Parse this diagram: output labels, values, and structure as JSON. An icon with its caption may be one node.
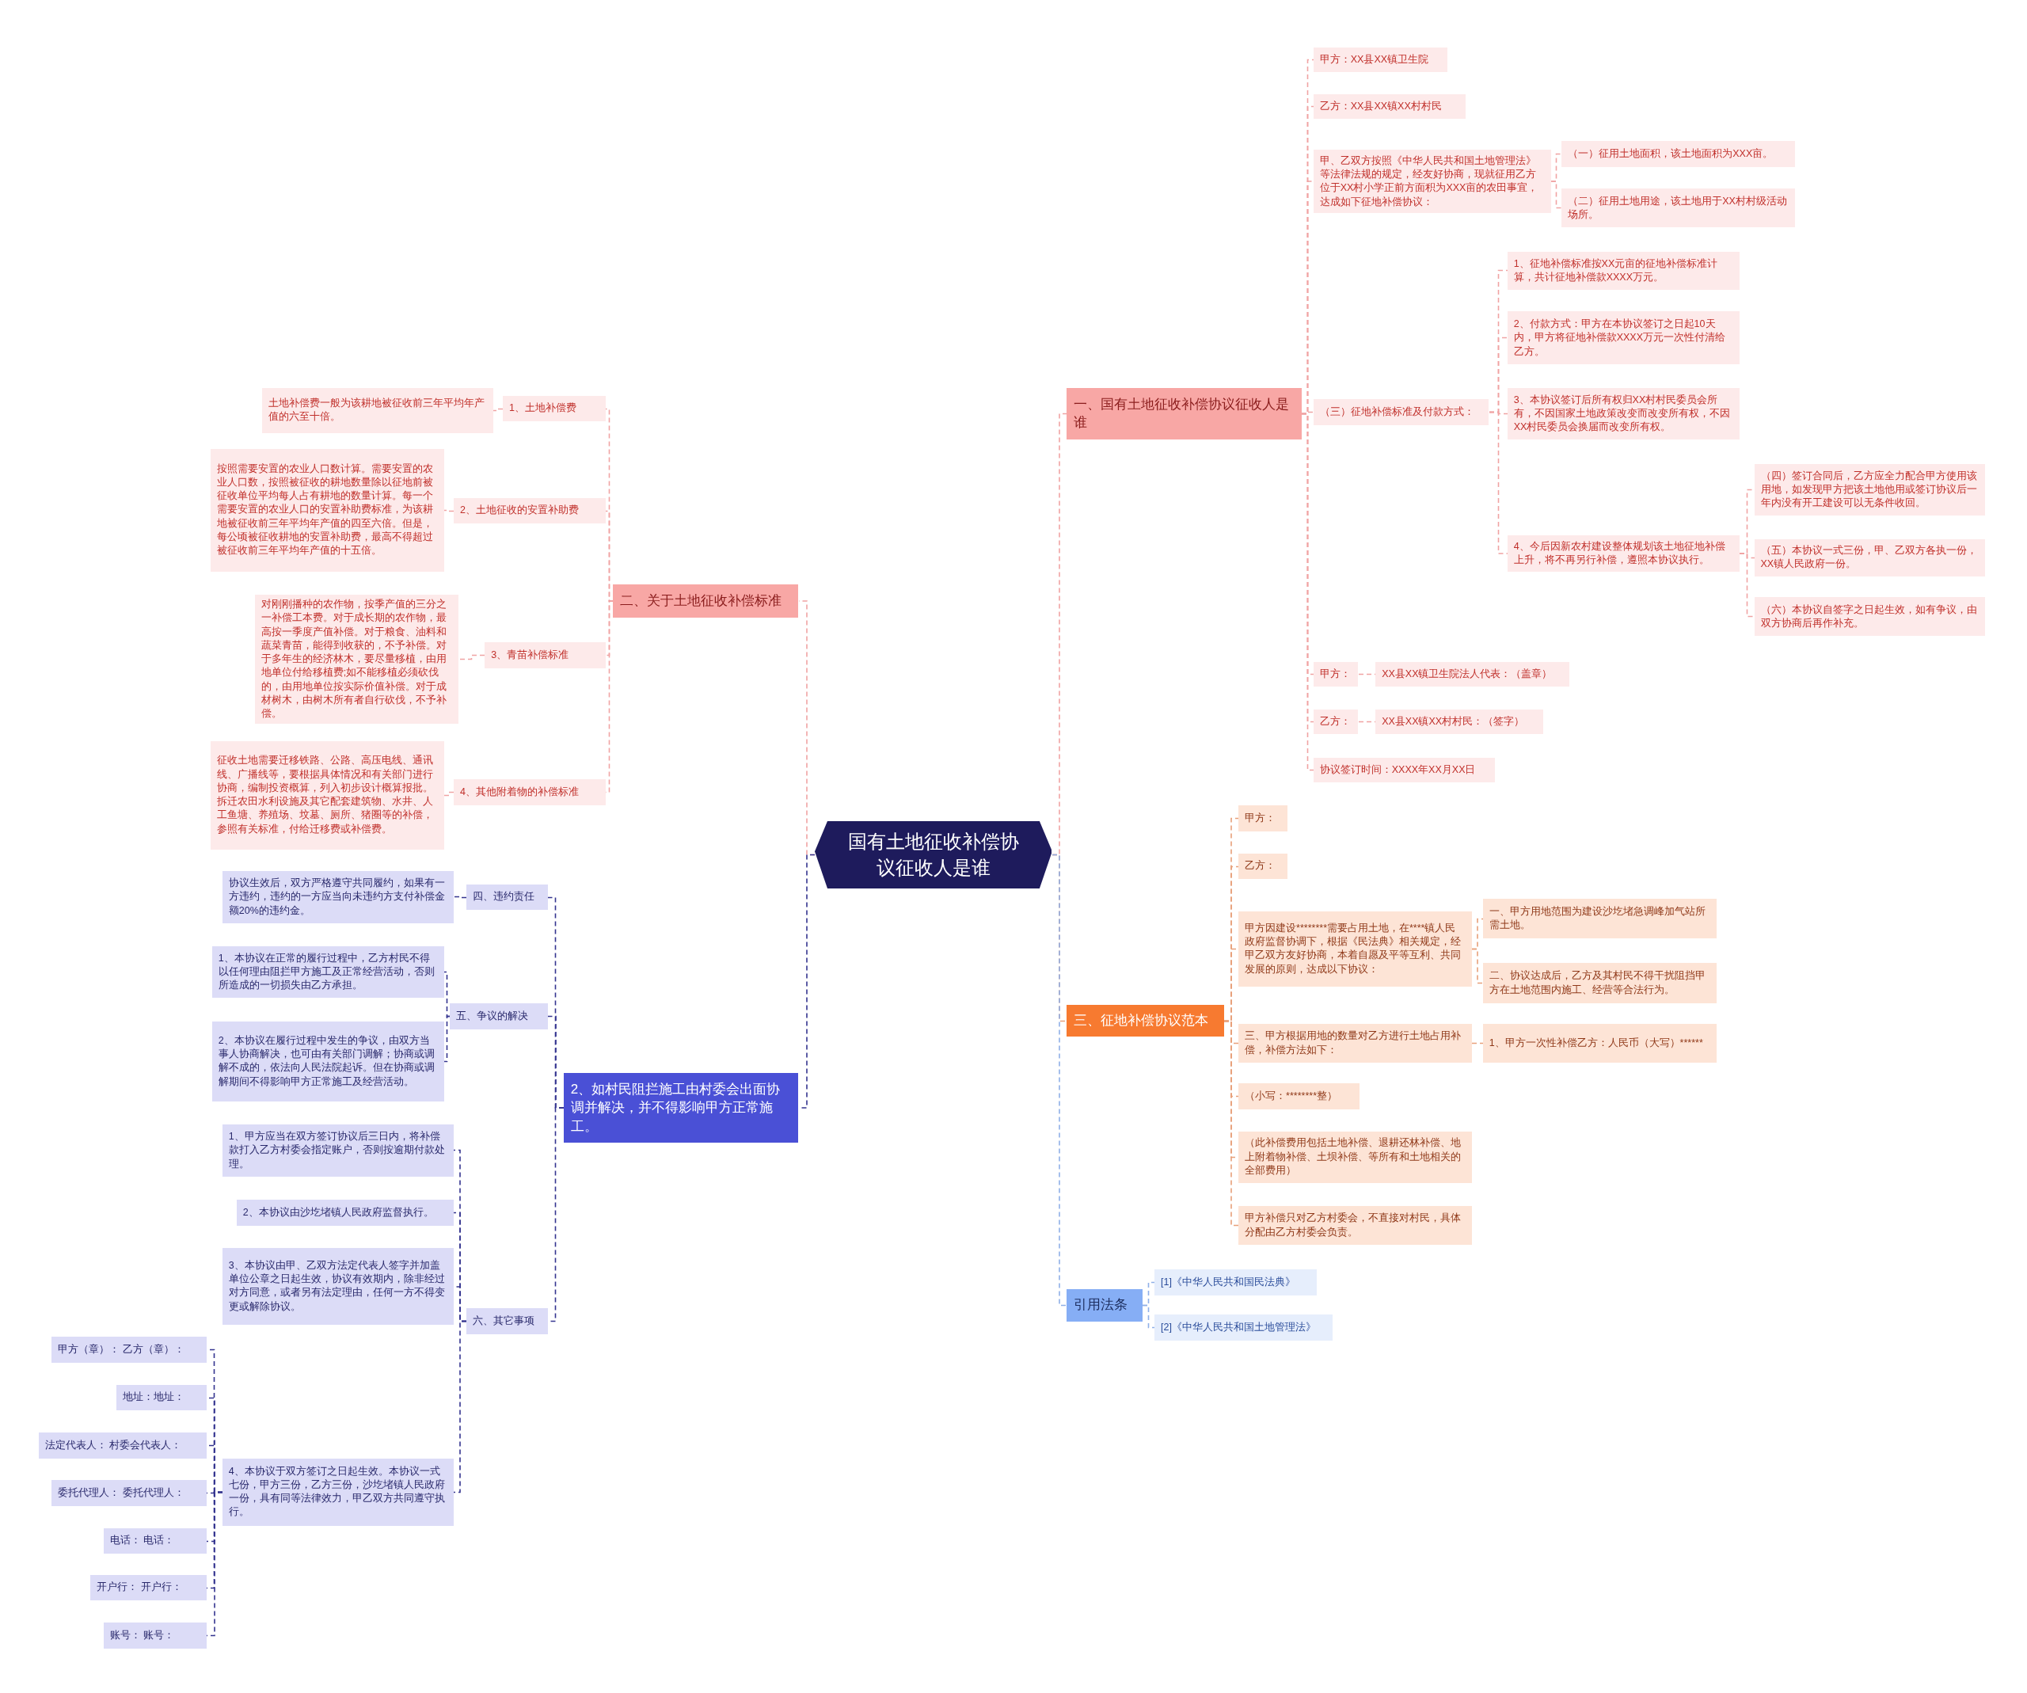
{
  "diagram": {
    "nodes": [
      {
        "text": [
          "国有土地征收补偿协议征收人是谁"
        ]
      },
      {
        "text": [
          "一、国有土地征收补偿协议征收人是谁"
        ]
      },
      {
        "text": [
          "甲方：XX县XX镇卫生院"
        ]
      },
      {
        "text": [
          "乙方：XX县XX镇XX村村民"
        ]
      },
      {
        "text": [
          "甲、乙双方按照《中华人民共和国土地管理法》等法律法规的规定，经友好协商，现就征用乙方位于XX村小学正前方面积为XXX亩的农田事宜，达成如下征地补偿协议："
        ]
      },
      {
        "text": [
          "（一）征用土地面积，该土地面积为XXX亩。"
        ]
      },
      {
        "text": [
          "（二）征用土地用途，该土地用于XX村村级活动场所。"
        ]
      },
      {
        "text": [
          "（三）征地补偿标准及付款方式："
        ]
      },
      {
        "text": [
          "1、征地补偿标准按XX元亩的征地补偿标准计算，共计征地补偿款XXXX万元。"
        ]
      },
      {
        "text": [
          "2、付款方式：甲方在本协议签订之日起10天内，甲方将征地补偿款XXXX万元一次性付清给乙方。"
        ]
      },
      {
        "text": [
          "3、本协议签订后所有权归XX村村民委员会所有，不因国家土地政策改变而改变所有权，不因XX村民委员会换届而改变所有权。"
        ]
      },
      {
        "text": [
          "4、今后因新农村建设整体规划该土地征地补偿上升，将不再另行补偿，遵照本协议执行。"
        ]
      },
      {
        "text": [
          "（四）签订合同后，乙方应全力配合甲方使用该用地，如发现甲方把该土地他用或签订协议后一年内没有开工建设可以无条件收回。"
        ]
      },
      {
        "text": [
          "（五）本协议一式三份，甲、乙双方各执一份，XX镇人民政府一份。"
        ]
      },
      {
        "text": [
          "（六）本协议自签字之日起生效，如有争议，由双方协商后再作补充。"
        ]
      },
      {
        "text": [
          "甲方："
        ]
      },
      {
        "text": [
          "XX县XX镇卫生院法人代表：（盖章）"
        ]
      },
      {
        "text": [
          "乙方："
        ]
      },
      {
        "text": [
          "XX县XX镇XX村村民：（签字）"
        ]
      },
      {
        "text": [
          "协议签订时间：XXXX年XX月XX日"
        ]
      },
      {
        "text": [
          "三、征地补偿协议范本"
        ]
      },
      {
        "text": [
          "甲方："
        ]
      },
      {
        "text": [
          "乙方："
        ]
      },
      {
        "text": [
          "甲方因建设********需要占用土地，在****镇人民政府监督协调下，根据《民法典》相关规定，经甲乙双方友好协商，本着自愿及平等互利、共同发展的原则，达成以下协议："
        ]
      },
      {
        "text": [
          "一、甲方用地范围为建设沙圪堵急调峰加气站所需土地。"
        ]
      },
      {
        "text": [
          "二、协议达成后，乙方及其村民不得干扰阻挡甲方在土地范围内施工、经营等合法行为。"
        ]
      },
      {
        "text": [
          "三、甲方根据用地的数量对乙方进行土地占用补偿，补偿方法如下："
        ]
      },
      {
        "text": [
          "1、甲方一次性补偿乙方：人民币（大写）******"
        ]
      },
      {
        "text": [
          "（小写：********整）"
        ]
      },
      {
        "text": [
          "（此补偿费用包括土地补偿、退耕还林补偿、地上附着物补偿、土坝补偿、等所有和土地相关的全部费用）"
        ]
      },
      {
        "text": [
          "甲方补偿只对乙方村委会，不直接对村民，具体分配由乙方村委会负责。"
        ]
      },
      {
        "text": [
          "引用法条"
        ]
      },
      {
        "text": [
          "[1]《中华人民共和国民法典》"
        ]
      },
      {
        "text": [
          "[2]《中华人民共和国土地管理法》"
        ]
      },
      {
        "text": [
          "二、关于土地征收补偿标准"
        ]
      },
      {
        "text": [
          "1、土地补偿费"
        ]
      },
      {
        "text": [
          "土地补偿费一般为该耕地被征收前三年平均年产值的六至十倍。"
        ]
      },
      {
        "text": [
          "2、土地征收的安置补助费"
        ]
      },
      {
        "text": [
          "按照需要安置的农业人口数计算。需要安置的农业人口数，按照被征收的耕地数量除以征地前被征收单位平均每人占有耕地的数量计算。每一个需要安置的农业人口的安置补助费标准，为该耕地被征收前三年平均年产值的四至六倍。但是，每公顷被征收耕地的安置补助费，最高不得超过被征收前三年平均年产值的十五倍。"
        ]
      },
      {
        "text": [
          "3、青苗补偿标准"
        ]
      },
      {
        "text": [
          "对刚刚播种的农作物，按季产值的三分之一补偿工本费。对于成长期的农作物，最高按一季度产值补偿。对于粮食、油料和蔬菜青苗，能得到收获的，不予补偿。对于多年生的经济林木，要尽量移植，由用地单位付给移植费;如不能移植必须砍伐的，由用地单位按实际价值补偿。对于成材树木，由树木所有者自行砍伐，不予补偿。"
        ]
      },
      {
        "text": [
          "4、其他附着物的补偿标准"
        ]
      },
      {
        "text": [
          "征收土地需要迁移铁路、公路、高压电线、通讯线、广播线等，要根据具体情况和有关部门进行协商，编制投资概算，列入初步设计概算报批。拆迁农田水利设施及其它配套建筑物、水井、人工鱼塘、养殖场、坟墓、厕所、猪圈等的补偿，参照有关标准，付给迁移费或补偿费。"
        ]
      },
      {
        "text": [
          "2、如村民阻拦施工由村委会出面协调并解决，并不得影响甲方正常施工。"
        ]
      },
      {
        "text": [
          "四、违约责任"
        ]
      },
      {
        "text": [
          "协议生效后，双方严格遵守共同履约，如果有一方违约，违约的一方应当向未违约方支付补偿金额20%的违约金。"
        ]
      },
      {
        "text": [
          "五、争议的解决"
        ]
      },
      {
        "text": [
          "1、本协议在正常的履行过程中，乙方村民不得以任何理由阻拦甲方施工及正常经营活动，否则所造成的一切损失由乙方承担。"
        ]
      },
      {
        "text": [
          "2、本协议在履行过程中发生的争议，由双方当事人协商解决，也可由有关部门调解；协商或调解不成的，依法向人民法院起诉。但在协商或调解期间不得影响甲方正常施工及经营活动。"
        ]
      },
      {
        "text": [
          "六、其它事项"
        ]
      },
      {
        "text": [
          "1、甲方应当在双方签订协议后三日内，将补偿款打入乙方村委会指定账户，否则按逾期付款处理。"
        ]
      },
      {
        "text": [
          "2、本协议由沙圪堵镇人民政府监督执行。"
        ]
      },
      {
        "text": [
          "3、本协议由甲、乙双方法定代表人签字并加盖单位公章之日起生效，协议有效期内，除非经过对方同意，或者另有法定理由，任何一方不得变更或解除协议。"
        ]
      },
      {
        "text": [
          "4、本协议于双方签订之日起生效。本协议一式七份，甲方三份，乙方三份，沙圪堵镇人民政府一份，具有同等法律效力，甲乙双方共同遵守执行。"
        ]
      },
      {
        "text": [
          "甲方（章）： 乙方（章）："
        ]
      },
      {
        "text": [
          "地址：地址："
        ]
      },
      {
        "text": [
          "法定代表人： 村委会代表人："
        ]
      },
      {
        "text": [
          "委托代理人： 委托代理人："
        ]
      },
      {
        "text": [
          "电话： 电话："
        ]
      },
      {
        "text": [
          "开户行： 开户行："
        ]
      },
      {
        "text": [
          "账号： 账号："
        ]
      }
    ],
    "edges": [
      {
        "from": 0,
        "to": 1,
        "arrow": "none",
        "style": "dashed",
        "color": "#f0a3a3"
      },
      {
        "from": 1,
        "to": 2,
        "arrow": "none",
        "style": "dashed",
        "color": "#f0a3a3"
      },
      {
        "from": 1,
        "to": 3,
        "arrow": "none",
        "style": "dashed",
        "color": "#f0a3a3"
      },
      {
        "from": 1,
        "to": 4,
        "arrow": "none",
        "style": "dashed",
        "color": "#f0a3a3"
      },
      {
        "from": 4,
        "to": 5,
        "arrow": "none",
        "style": "dashed",
        "color": "#f0a3a3"
      },
      {
        "from": 4,
        "to": 6,
        "arrow": "none",
        "style": "dashed",
        "color": "#f0a3a3"
      },
      {
        "from": 1,
        "to": 7,
        "arrow": "none",
        "style": "dashed",
        "color": "#f0a3a3"
      },
      {
        "from": 7,
        "to": 8,
        "arrow": "none",
        "style": "dashed",
        "color": "#f0a3a3"
      },
      {
        "from": 7,
        "to": 9,
        "arrow": "none",
        "style": "dashed",
        "color": "#f0a3a3"
      },
      {
        "from": 7,
        "to": 10,
        "arrow": "none",
        "style": "dashed",
        "color": "#f0a3a3"
      },
      {
        "from": 7,
        "to": 11,
        "arrow": "none",
        "style": "dashed",
        "color": "#f0a3a3"
      },
      {
        "from": 11,
        "to": 12,
        "arrow": "none",
        "style": "dashed",
        "color": "#f0a3a3"
      },
      {
        "from": 11,
        "to": 13,
        "arrow": "none",
        "style": "dashed",
        "color": "#f0a3a3"
      },
      {
        "from": 11,
        "to": 14,
        "arrow": "none",
        "style": "dashed",
        "color": "#f0a3a3"
      },
      {
        "from": 1,
        "to": 15,
        "arrow": "none",
        "style": "dashed",
        "color": "#f0a3a3"
      },
      {
        "from": 15,
        "to": 16,
        "arrow": "none",
        "style": "dashed",
        "color": "#f0a3a3"
      },
      {
        "from": 1,
        "to": 17,
        "arrow": "none",
        "style": "dashed",
        "color": "#f0a3a3"
      },
      {
        "from": 17,
        "to": 18,
        "arrow": "none",
        "style": "dashed",
        "color": "#f0a3a3"
      },
      {
        "from": 1,
        "to": 19,
        "arrow": "none",
        "style": "dashed",
        "color": "#f0a3a3"
      },
      {
        "from": 0,
        "to": 20,
        "arrow": "none",
        "style": "dashed",
        "color": "#e8a07a"
      },
      {
        "from": 20,
        "to": 21,
        "arrow": "none",
        "style": "dashed",
        "color": "#e8a07a"
      },
      {
        "from": 20,
        "to": 22,
        "arrow": "none",
        "style": "dashed",
        "color": "#e8a07a"
      },
      {
        "from": 20,
        "to": 23,
        "arrow": "none",
        "style": "dashed",
        "color": "#e8a07a"
      },
      {
        "from": 23,
        "to": 24,
        "arrow": "none",
        "style": "dashed",
        "color": "#e8a07a"
      },
      {
        "from": 23,
        "to": 25,
        "arrow": "none",
        "style": "dashed",
        "color": "#e8a07a"
      },
      {
        "from": 20,
        "to": 26,
        "arrow": "none",
        "style": "dashed",
        "color": "#e8a07a"
      },
      {
        "from": 26,
        "to": 27,
        "arrow": "none",
        "style": "dashed",
        "color": "#e8a07a"
      },
      {
        "from": 20,
        "to": 28,
        "arrow": "none",
        "style": "dashed",
        "color": "#e8a07a"
      },
      {
        "from": 20,
        "to": 29,
        "arrow": "none",
        "style": "dashed",
        "color": "#e8a07a"
      },
      {
        "from": 20,
        "to": 30,
        "arrow": "none",
        "style": "dashed",
        "color": "#e8a07a"
      },
      {
        "from": 0,
        "to": 31,
        "arrow": "none",
        "style": "dashed",
        "color": "#8fb0e8"
      },
      {
        "from": 31,
        "to": 32,
        "arrow": "none",
        "style": "dashed",
        "color": "#8fb0e8"
      },
      {
        "from": 31,
        "to": 33,
        "arrow": "none",
        "style": "dashed",
        "color": "#8fb0e8"
      },
      {
        "from": 0,
        "to": 34,
        "arrow": "none",
        "style": "dashed",
        "color": "#f0a3a3"
      },
      {
        "from": 34,
        "to": 35,
        "arrow": "none",
        "style": "dashed",
        "color": "#f0a3a3"
      },
      {
        "from": 35,
        "to": 36,
        "arrow": "none",
        "style": "dashed",
        "color": "#f0a3a3"
      },
      {
        "from": 34,
        "to": 37,
        "arrow": "none",
        "style": "dashed",
        "color": "#f0a3a3"
      },
      {
        "from": 37,
        "to": 38,
        "arrow": "none",
        "style": "dashed",
        "color": "#f0a3a3"
      },
      {
        "from": 34,
        "to": 39,
        "arrow": "none",
        "style": "dashed",
        "color": "#f0a3a3"
      },
      {
        "from": 39,
        "to": 40,
        "arrow": "none",
        "style": "dashed",
        "color": "#f0a3a3"
      },
      {
        "from": 34,
        "to": 41,
        "arrow": "none",
        "style": "dashed",
        "color": "#f0a3a3"
      },
      {
        "from": 41,
        "to": 42,
        "arrow": "none",
        "style": "dashed",
        "color": "#f0a3a3"
      },
      {
        "from": 0,
        "to": 43,
        "arrow": "none",
        "style": "dashed",
        "color": "#34348f"
      },
      {
        "from": 43,
        "to": 44,
        "arrow": "none",
        "style": "dashed",
        "color": "#34348f"
      },
      {
        "from": 44,
        "to": 45,
        "arrow": "none",
        "style": "dashed",
        "color": "#34348f"
      },
      {
        "from": 43,
        "to": 46,
        "arrow": "none",
        "style": "dashed",
        "color": "#34348f"
      },
      {
        "from": 46,
        "to": 47,
        "arrow": "none",
        "style": "dashed",
        "color": "#34348f"
      },
      {
        "from": 46,
        "to": 48,
        "arrow": "none",
        "style": "dashed",
        "color": "#34348f"
      },
      {
        "from": 43,
        "to": 49,
        "arrow": "none",
        "style": "dashed",
        "color": "#34348f"
      },
      {
        "from": 49,
        "to": 50,
        "arrow": "none",
        "style": "dashed",
        "color": "#34348f"
      },
      {
        "from": 49,
        "to": 51,
        "arrow": "none",
        "style": "dashed",
        "color": "#34348f"
      },
      {
        "from": 49,
        "to": 52,
        "arrow": "none",
        "style": "dashed",
        "color": "#34348f"
      },
      {
        "from": 49,
        "to": 53,
        "arrow": "none",
        "style": "dashed",
        "color": "#34348f"
      },
      {
        "from": 53,
        "to": 54,
        "arrow": "none",
        "style": "dashed",
        "color": "#34348f"
      },
      {
        "from": 53,
        "to": 55,
        "arrow": "none",
        "style": "dashed",
        "color": "#34348f"
      },
      {
        "from": 53,
        "to": 56,
        "arrow": "none",
        "style": "dashed",
        "color": "#34348f"
      },
      {
        "from": 53,
        "to": 57,
        "arrow": "none",
        "style": "dashed",
        "color": "#34348f"
      },
      {
        "from": 53,
        "to": 58,
        "arrow": "none",
        "style": "dashed",
        "color": "#34348f"
      },
      {
        "from": 53,
        "to": 59,
        "arrow": "none",
        "style": "dashed",
        "color": "#34348f"
      },
      {
        "from": 53,
        "to": 60,
        "arrow": "none",
        "style": "dashed",
        "color": "#34348f"
      }
    ]
  }
}
